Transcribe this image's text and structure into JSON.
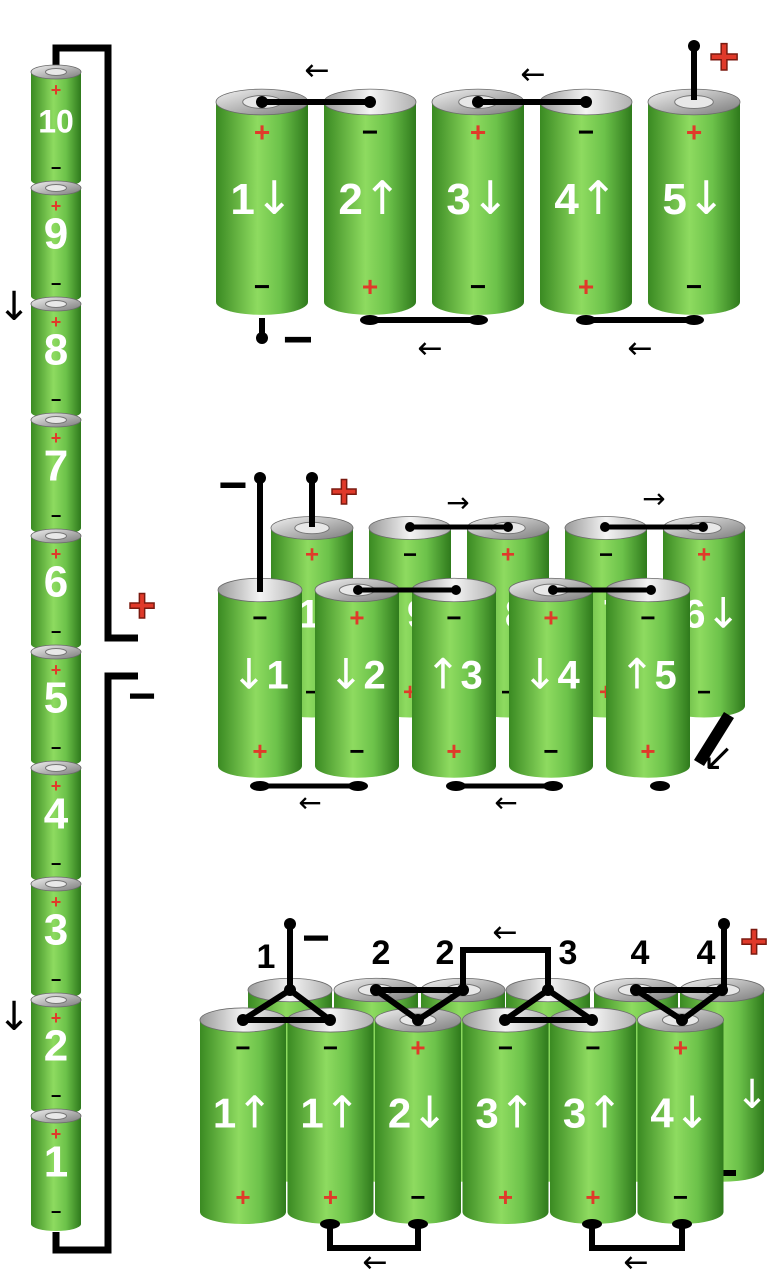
{
  "colors": {
    "cell_dark": "#3a8a22",
    "cell_mid": "#6cc24a",
    "cell_light": "#a8e67e",
    "plus": "#e03a2a",
    "minus": "#000000",
    "wire": "#000000",
    "background": "#ffffff"
  },
  "symbols": {
    "plus": "+",
    "minus": "−"
  },
  "column_stack": {
    "cells": [
      "10",
      "9",
      "8",
      "7",
      "6",
      "5",
      "4",
      "3",
      "2",
      "1"
    ],
    "flow_arrows": [
      "↓",
      "↓"
    ],
    "terminal_plus": "+",
    "terminal_minus": "−"
  },
  "row_series": {
    "cells": [
      {
        "label": "1",
        "dir": "↓"
      },
      {
        "label": "2",
        "dir": "↑"
      },
      {
        "label": "3",
        "dir": "↓"
      },
      {
        "label": "4",
        "dir": "↑"
      },
      {
        "label": "5",
        "dir": "↓"
      }
    ],
    "flow_arrows": [
      "←",
      "←",
      "←",
      "←"
    ],
    "terminal_plus": "+",
    "terminal_minus": "−"
  },
  "double_row": {
    "back_cells": [
      {
        "label": "10",
        "dir": ""
      },
      {
        "label": "9",
        "dir": ""
      },
      {
        "label": "8",
        "dir": ""
      },
      {
        "label": "7",
        "dir": ""
      },
      {
        "label": "6",
        "dir": "↓"
      }
    ],
    "front_cells": [
      {
        "label": "1",
        "dir": "↓"
      },
      {
        "label": "2",
        "dir": "↓"
      },
      {
        "label": "3",
        "dir": "↑"
      },
      {
        "label": "4",
        "dir": "↓"
      },
      {
        "label": "5",
        "dir": "↑"
      }
    ],
    "flow_arrows": [
      "→",
      "→",
      "←",
      "←",
      "↙"
    ],
    "terminal_plus": "+",
    "terminal_minus": "−"
  },
  "parallel_pack": {
    "group_labels": [
      "1",
      "2",
      "2",
      "3",
      "4",
      "4"
    ],
    "front_cells": [
      {
        "label": "1",
        "dir": "↑"
      },
      {
        "label": "1",
        "dir": "↑"
      },
      {
        "label": "2",
        "dir": "↓"
      },
      {
        "label": "3",
        "dir": "↑"
      },
      {
        "label": "3",
        "dir": "↑"
      },
      {
        "label": "4",
        "dir": "↓"
      }
    ],
    "back_dir": "↓",
    "flow_arrows": [
      "←",
      "←",
      "←"
    ],
    "terminal_plus": "+",
    "terminal_minus": "−"
  }
}
